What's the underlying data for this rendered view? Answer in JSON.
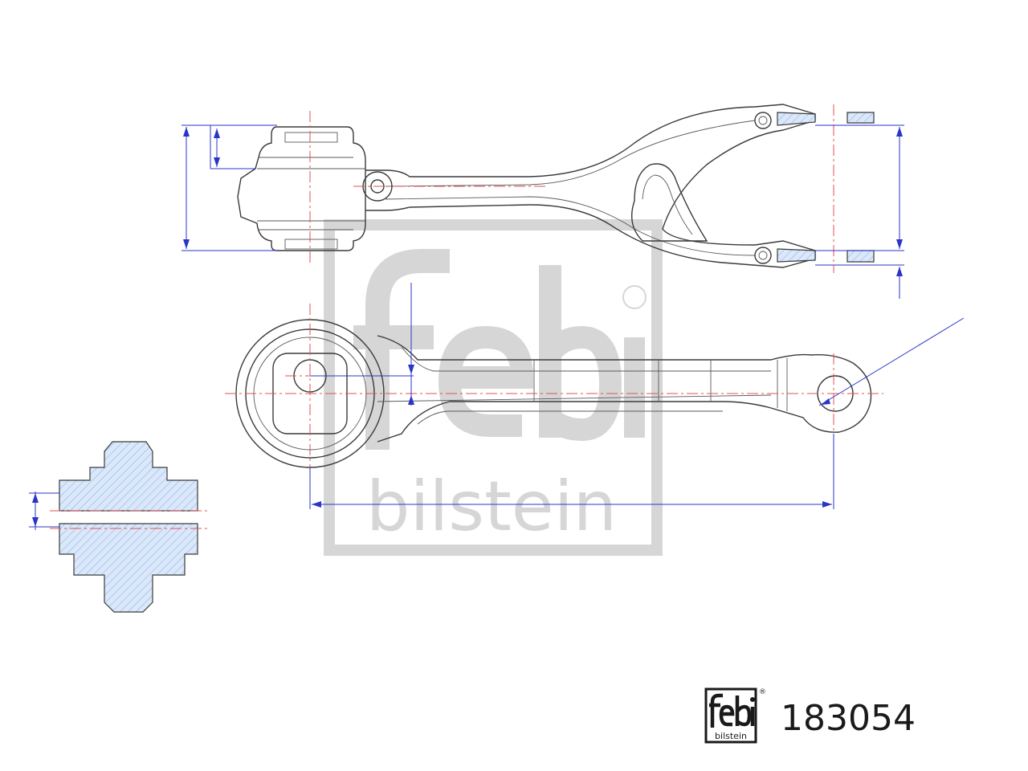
{
  "watermark": {
    "brand_top": "febi",
    "brand_bottom": "bilstein"
  },
  "logo": {
    "brand_top": "febi",
    "brand_bottom": "bilstein",
    "registered_mark": "®"
  },
  "part_number": "183054",
  "colors": {
    "outline": "#3a3a3a",
    "centerline": "#e05050",
    "dimension": "#2a35c8",
    "hatch": "#8fb4e8",
    "watermark": "#d6d6d6"
  }
}
